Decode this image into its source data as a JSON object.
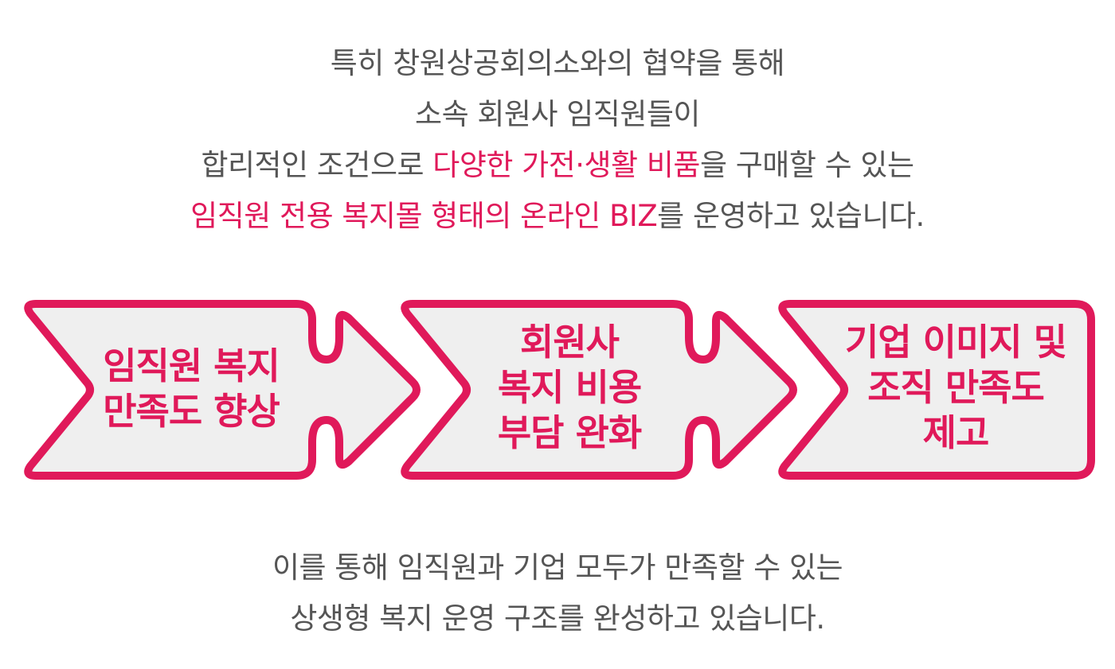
{
  "intro": {
    "line1": "특히 창원상공회의소와의 협약을 통해",
    "line2": "소속 회원사 임직원들이",
    "line3_pre": "합리적인 조건으로 ",
    "line3_hl": "다양한 가전·생활 비품",
    "line3_post": "을 구매할 수 있는",
    "line4_hl": "임직원 전용 복지몰 형태의 온라인 BIZ",
    "line4_post": "를 운영하고 있습니다."
  },
  "flow": {
    "steps": [
      {
        "lines": [
          "임직원 복지",
          "만족도 향상"
        ]
      },
      {
        "lines": [
          "회원사",
          "복지 비용",
          "부담 완화"
        ]
      },
      {
        "lines": [
          "기업 이미지 및",
          "조직 만족도",
          "제고"
        ]
      }
    ]
  },
  "outro": {
    "line1": "이를 통해 임직원과 기업 모두가 만족할 수 있는",
    "line2": "상생형 복지 운영 구조를 완성하고 있습니다."
  },
  "colors": {
    "accent": "#e0195a",
    "text": "#555555",
    "shape_fill": "#efefef"
  }
}
